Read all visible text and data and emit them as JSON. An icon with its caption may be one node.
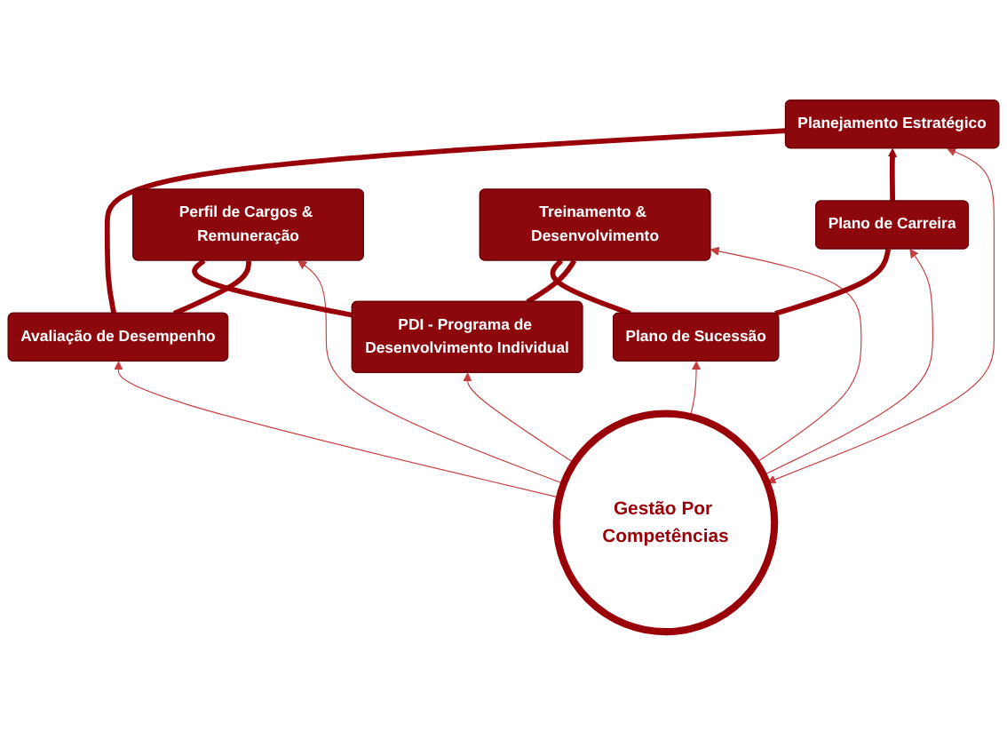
{
  "diagram": {
    "nodes": [
      {
        "text": [
          "Planejamento Estratégico"
        ]
      },
      {
        "text": [
          "Plano de Carreira"
        ]
      },
      {
        "text": [
          "Avaliação de Desempenho"
        ]
      },
      {
        "text": [
          "Plano de Sucessão"
        ]
      },
      {
        "text": [
          "Gestão Por Competências"
        ]
      },
      {
        "text": [
          "Perfil de Cargos & Remuneração"
        ]
      },
      {
        "text": [
          "Treinamento & Desenvolvimento"
        ]
      },
      {
        "text": [
          "PDI - Programa de Desenvolvimento Individual"
        ]
      }
    ],
    "edges": [
      {
        "from": 4,
        "to": 0,
        "arrow": "both"
      },
      {
        "from": 4,
        "to": 1,
        "arrow": "to"
      },
      {
        "from": 4,
        "to": 2,
        "arrow": "to"
      },
      {
        "from": 4,
        "to": 3,
        "arrow": "to"
      },
      {
        "from": 4,
        "to": 5,
        "arrow": "to"
      },
      {
        "from": 4,
        "to": 6,
        "arrow": "to"
      },
      {
        "from": 4,
        "to": 7,
        "arrow": "to"
      },
      {
        "from": 1,
        "to": 0,
        "arrow": "to",
        "style": "thick",
        "color": "#9a0008"
      },
      {
        "from": 2,
        "to": 0,
        "arrow": "none",
        "style": "thick",
        "color": "#9a0008"
      },
      {
        "from": 2,
        "to": 5,
        "arrow": "none",
        "style": "thick",
        "color": "#9a0008"
      },
      {
        "from": 7,
        "to": 5,
        "arrow": "none",
        "style": "thick",
        "color": "#9a0008"
      },
      {
        "from": 7,
        "to": 6,
        "arrow": "none",
        "style": "thick",
        "color": "#9a0008"
      },
      {
        "from": 3,
        "to": 6,
        "arrow": "none",
        "style": "thick",
        "color": "#9a0008"
      },
      {
        "from": 3,
        "to": 1,
        "arrow": "none",
        "style": "thick",
        "color": "#9a0008"
      }
    ]
  }
}
